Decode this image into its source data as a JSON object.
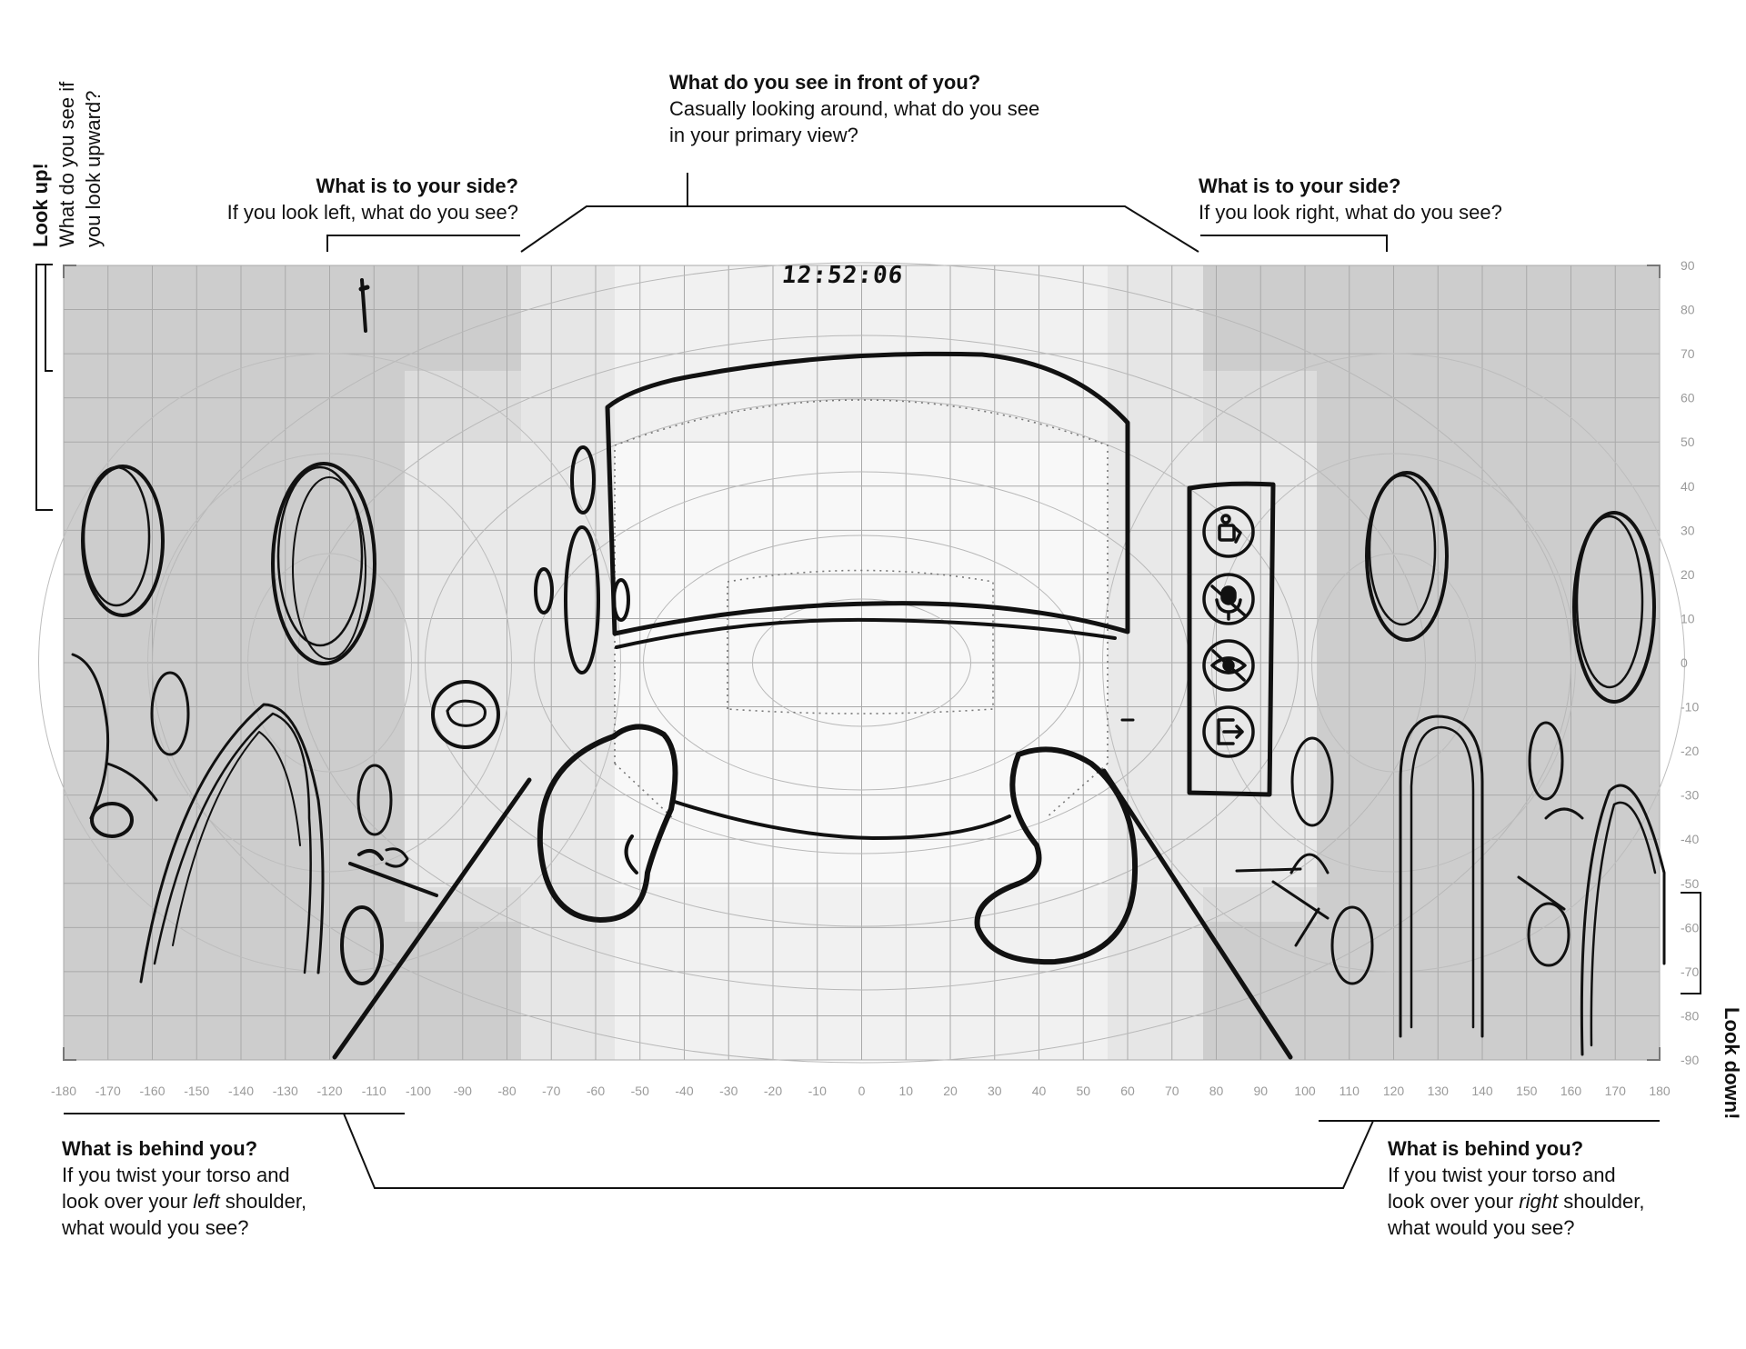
{
  "questions": {
    "front": {
      "heading": "What do you see in front of you?",
      "text": "Casually looking around, what do you see\nin your primary view?"
    },
    "left_side": {
      "heading": "What is to your side?",
      "text": "If you look left, what do you see?"
    },
    "right_side": {
      "heading": "What is to your side?",
      "text": "If you look right, what do you see?"
    },
    "behind_left": {
      "heading": "What is behind you?",
      "text_before": "If you twist your torso and\nlook over your ",
      "emphasis": "left",
      "text_after": " shoulder,\nwhat would you see?"
    },
    "behind_right": {
      "heading": "What is behind you?",
      "text_before": "If you twist your torso and\nlook over your ",
      "emphasis": "right",
      "text_after": " shoulder,\nwhat would you see?"
    },
    "look_up": {
      "heading": "Look up!",
      "line1": "What do you see if",
      "line2": "you look upward?"
    },
    "look_down": {
      "heading": "Look down!"
    }
  },
  "clock": "12:52:06",
  "x_axis_ticks": [
    "-180",
    "-170",
    "-160",
    "-150",
    "-140",
    "-130",
    "-120",
    "-110",
    "-100",
    "-90",
    "-80",
    "-70",
    "-60",
    "-50",
    "-40",
    "-30",
    "-20",
    "-10",
    "0",
    "10",
    "20",
    "30",
    "40",
    "50",
    "60",
    "70",
    "80",
    "90",
    "100",
    "110",
    "120",
    "130",
    "140",
    "150",
    "160",
    "170",
    "180"
  ],
  "y_axis_ticks": [
    "90",
    "80",
    "70",
    "60",
    "50",
    "40",
    "30",
    "20",
    "10",
    "0",
    "-10",
    "-20",
    "-30",
    "-40",
    "-50",
    "-60",
    "-70",
    "-80",
    "-90"
  ],
  "side_panel_icons": [
    "person-card-icon",
    "muted-microphone-icon",
    "hidden-eye-icon",
    "exit-icon"
  ],
  "colors": {
    "background": "#ffffff",
    "zone_far": "#cdcdcd",
    "zone_side": "#dcdcdc",
    "zone_near": "#e8e8e8",
    "zone_center": "#f6f6f6",
    "grid": "#a9a9a9",
    "sketch": "#111111",
    "tick_text": "#9a9a9a"
  }
}
